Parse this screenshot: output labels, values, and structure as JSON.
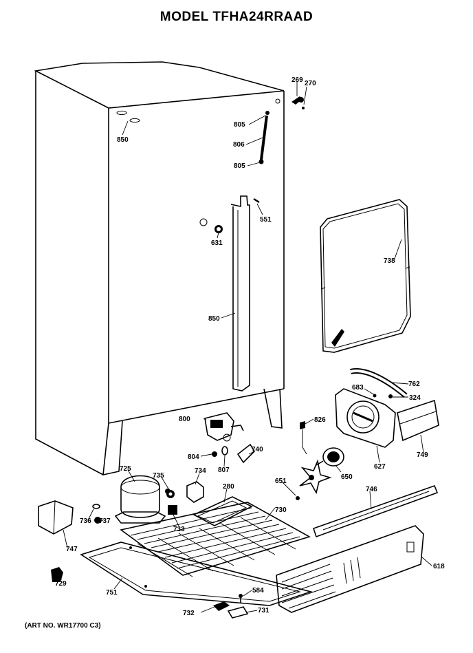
{
  "title": "MODEL TFHA24RRAAD",
  "art_number": "(ART NO. WR17700 C3)",
  "parts": [
    {
      "id": "269"
    },
    {
      "id": "270"
    },
    {
      "id": "805a",
      "label": "805"
    },
    {
      "id": "806"
    },
    {
      "id": "805b",
      "label": "805"
    },
    {
      "id": "850a",
      "label": "850"
    },
    {
      "id": "551"
    },
    {
      "id": "631"
    },
    {
      "id": "850b",
      "label": "850"
    },
    {
      "id": "738"
    },
    {
      "id": "762"
    },
    {
      "id": "683"
    },
    {
      "id": "324"
    },
    {
      "id": "800"
    },
    {
      "id": "826"
    },
    {
      "id": "749"
    },
    {
      "id": "804"
    },
    {
      "id": "807"
    },
    {
      "id": "740"
    },
    {
      "id": "627"
    },
    {
      "id": "725"
    },
    {
      "id": "735"
    },
    {
      "id": "734"
    },
    {
      "id": "280"
    },
    {
      "id": "730"
    },
    {
      "id": "651"
    },
    {
      "id": "650"
    },
    {
      "id": "746"
    },
    {
      "id": "736"
    },
    {
      "id": "737"
    },
    {
      "id": "733"
    },
    {
      "id": "747"
    },
    {
      "id": "618"
    },
    {
      "id": "729"
    },
    {
      "id": "751"
    },
    {
      "id": "584"
    },
    {
      "id": "732"
    },
    {
      "id": "731"
    }
  ]
}
